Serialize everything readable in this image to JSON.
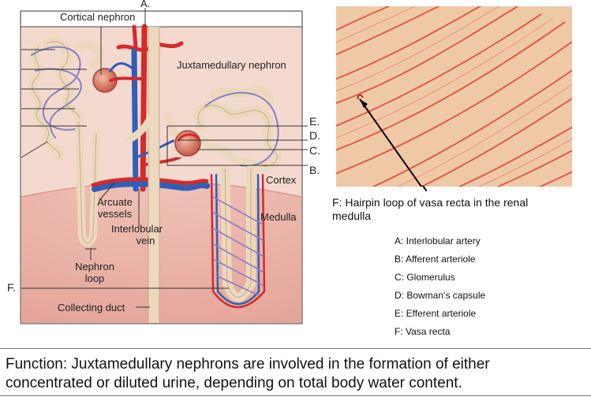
{
  "diagram": {
    "labels": {
      "cortical_nephron": "Cortical nephron",
      "juxtamedullary_nephron": "Juxtamedullary nephron",
      "cortex": "Cortex",
      "medulla": "Medulla",
      "arcuate_vessels_1": "Arcuate",
      "arcuate_vessels_2": "vessels",
      "interlobular_vein_1": "Interlobular",
      "interlobular_vein_2": "vein",
      "nephron_loop_1": "Nephron",
      "nephron_loop_2": "loop",
      "collecting_duct": "Collecting duct"
    },
    "letters": {
      "a": "A.",
      "b": "B.",
      "c": "C.",
      "d": "D.",
      "e": "E.",
      "f": "F."
    },
    "colors": {
      "artery_red": "#d42a2a",
      "vein_blue": "#2f5fb8",
      "tubule_tan": "#ecd9bd",
      "vessel_purple": "#8a7fc4",
      "cortex_pink": "#f2d2c6",
      "medulla_pink": "#e9b3a8"
    }
  },
  "micrograph": {
    "caption": "F:  Hairpin loop of vasa recta in the renal medulla"
  },
  "key": [
    "A: Interlobular artery",
    "B: Afferent arteriole",
    "C: Glomerulus",
    "D: Bowman’s capsule",
    "E: Efferent arteriole",
    "F: Vasa recta"
  ],
  "function_text": "Function: Juxtamedullary nephrons are involved in the formation of either concentrated or diluted urine, depending on total body water content."
}
